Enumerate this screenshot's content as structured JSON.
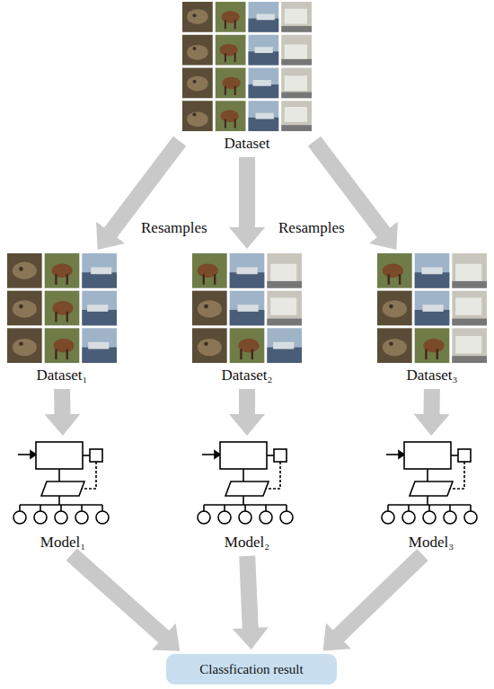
{
  "diagram": {
    "nodes": [
      {
        "text": [
          "Dataset"
        ]
      },
      {
        "text": [
          "Dataset₁"
        ]
      },
      {
        "text": [
          "Dataset₂"
        ]
      },
      {
        "text": [
          "Dataset₃"
        ]
      },
      {
        "text": [
          "Model₁"
        ]
      },
      {
        "text": [
          "Model₂"
        ]
      },
      {
        "text": [
          "Model₃"
        ]
      },
      {
        "text": [
          "Classfication result"
        ]
      }
    ],
    "edges": [
      {
        "from": 0,
        "to": 1,
        "arrow": "to"
      },
      {
        "from": 0,
        "to": 2,
        "arrow": "to"
      },
      {
        "from": 0,
        "to": 3,
        "arrow": "to"
      },
      {
        "from": 1,
        "to": 4,
        "arrow": "to"
      },
      {
        "from": 2,
        "to": 5,
        "arrow": "to"
      },
      {
        "from": 3,
        "to": 6,
        "arrow": "to"
      },
      {
        "from": 4,
        "to": 7,
        "arrow": "to"
      },
      {
        "from": 5,
        "to": 7,
        "arrow": "to"
      },
      {
        "from": 6,
        "to": 7,
        "arrow": "to"
      }
    ],
    "labels": [
      "Resamples",
      "Resamples"
    ]
  }
}
